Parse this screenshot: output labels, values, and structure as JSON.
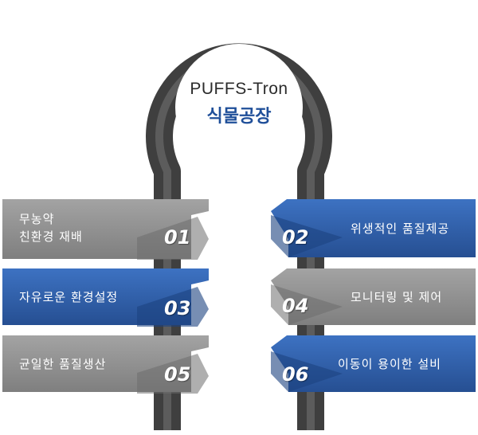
{
  "center": {
    "line1": "PUFFS-Tron",
    "line2": "식물공장"
  },
  "items": [
    {
      "number": "01",
      "line1": "무농약",
      "line2": "친환경 재배",
      "color": "gray"
    },
    {
      "number": "02",
      "line1": "위생적인 품질제공",
      "line2": "",
      "color": "blue"
    },
    {
      "number": "03",
      "line1": "자유로운 환경설정",
      "line2": "",
      "color": "blue"
    },
    {
      "number": "04",
      "line1": "모니터링 및 제어",
      "line2": "",
      "color": "gray"
    },
    {
      "number": "05",
      "line1": "균일한 품질생산",
      "line2": "",
      "color": "gray"
    },
    {
      "number": "06",
      "line1": "이동이 용이한 설비",
      "line2": "",
      "color": "blue"
    }
  ],
  "colors": {
    "gray": "#8c8c8c",
    "blue": "#2f5fa8",
    "pipe": "#4a4a4a",
    "title_blue": "#1f4f99"
  }
}
